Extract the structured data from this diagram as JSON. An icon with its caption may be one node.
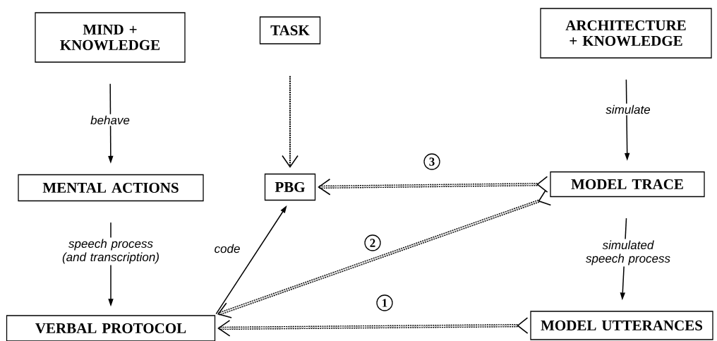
{
  "diagram": {
    "nodes": [
      {
        "text": [
          "MIND + KNOWLEDGE"
        ]
      },
      {
        "text": [
          "TASK"
        ]
      },
      {
        "text": [
          "ARCHITECTURE + KNOWLEDGE"
        ]
      },
      {
        "text": [
          "MENTAL ACTIONS"
        ]
      },
      {
        "text": [
          "PBG"
        ]
      },
      {
        "text": [
          "MODEL TRACE"
        ]
      },
      {
        "text": [
          "VERBAL PROTOCOL"
        ]
      },
      {
        "text": [
          "MODEL UTTERANCES"
        ]
      }
    ],
    "edges": [
      {
        "from": 0,
        "to": 3,
        "arrow": "to",
        "label": "behave"
      },
      {
        "from": 3,
        "to": 6,
        "arrow": "to",
        "label": "speech process (and transcription)"
      },
      {
        "from": 2,
        "to": 5,
        "arrow": "to",
        "label": "simulate"
      },
      {
        "from": 5,
        "to": 7,
        "arrow": "to",
        "label": "simulated speech process"
      },
      {
        "from": 1,
        "to": 4,
        "arrow": "to",
        "style": "dashed"
      },
      {
        "from": 6,
        "to": 4,
        "arrow": "to",
        "label": "code"
      },
      {
        "from": 5,
        "to": 4,
        "arrow": "to",
        "label": "3",
        "style": "dashed"
      },
      {
        "from": 5,
        "to": 6,
        "arrow": "to",
        "label": "2",
        "style": "dashed"
      },
      {
        "from": 7,
        "to": 6,
        "arrow": "to",
        "label": "1",
        "style": "dashed"
      }
    ]
  }
}
